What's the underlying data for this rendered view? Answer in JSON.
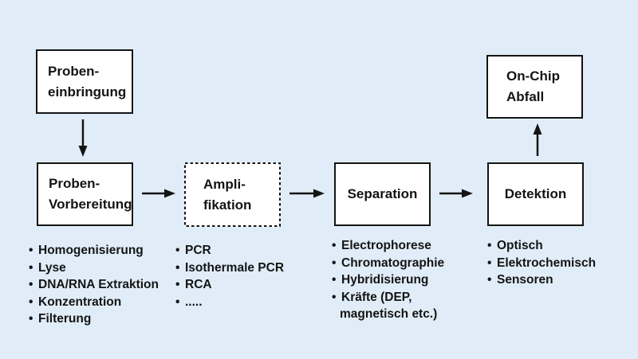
{
  "colors": {
    "background": "#e0edf8",
    "box_fill": "#ffffff",
    "line_and_text": "#141414"
  },
  "boxes": {
    "sample_input": {
      "line1": "Proben-",
      "line2": "einbringung"
    },
    "sample_prep": {
      "line1": "Proben-",
      "line2": "Vorbereitung"
    },
    "amplification": {
      "line1": "Ampli-",
      "line2": "fikation"
    },
    "separation": {
      "label": "Separation"
    },
    "detection": {
      "label": "Detektion"
    },
    "onchip_waste": {
      "line1": "On-Chip",
      "line2": "Abfall"
    }
  },
  "lists": {
    "sample_prep": {
      "items": [
        "Homogenisierung",
        "Lyse",
        "DNA/RNA Extraktion",
        "Konzentration",
        "Filterung"
      ]
    },
    "amplification": {
      "items": [
        "PCR",
        "Isothermale PCR",
        "RCA",
        "....."
      ]
    },
    "separation": {
      "items": [
        "Electrophorese",
        "Chromatographie",
        "Hybridisierung",
        "Kräfte (DEP,",
        "magnetisch etc.)"
      ]
    },
    "detection": {
      "items": [
        "Optisch",
        "Elektrochemisch",
        "Sensoren"
      ]
    }
  }
}
